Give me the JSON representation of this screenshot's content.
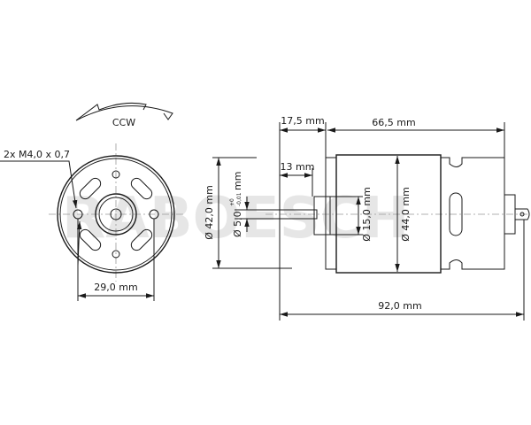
{
  "watermark": "RABOESCH",
  "front_view": {
    "rotation_label": "CCW",
    "thread_label": "2x M4,0 x 0,7",
    "hole_spacing": "29,0 mm"
  },
  "side_view": {
    "dim_shaft_length": "17,5 mm",
    "dim_body_length": "66,5 mm",
    "dim_shaft_free": "13 mm",
    "dim_total_length": "92,0 mm",
    "dim_flange_diameter": "Ø 42,0 mm",
    "dim_shaft_diameter": "Ø 5,0",
    "dim_shaft_tol_upper": "+0",
    "dim_shaft_tol_lower": "-0,01",
    "dim_shaft_unit": "mm",
    "dim_boss_diameter": "Ø 15,0 mm",
    "dim_can_diameter": "Ø 44,0 mm"
  }
}
